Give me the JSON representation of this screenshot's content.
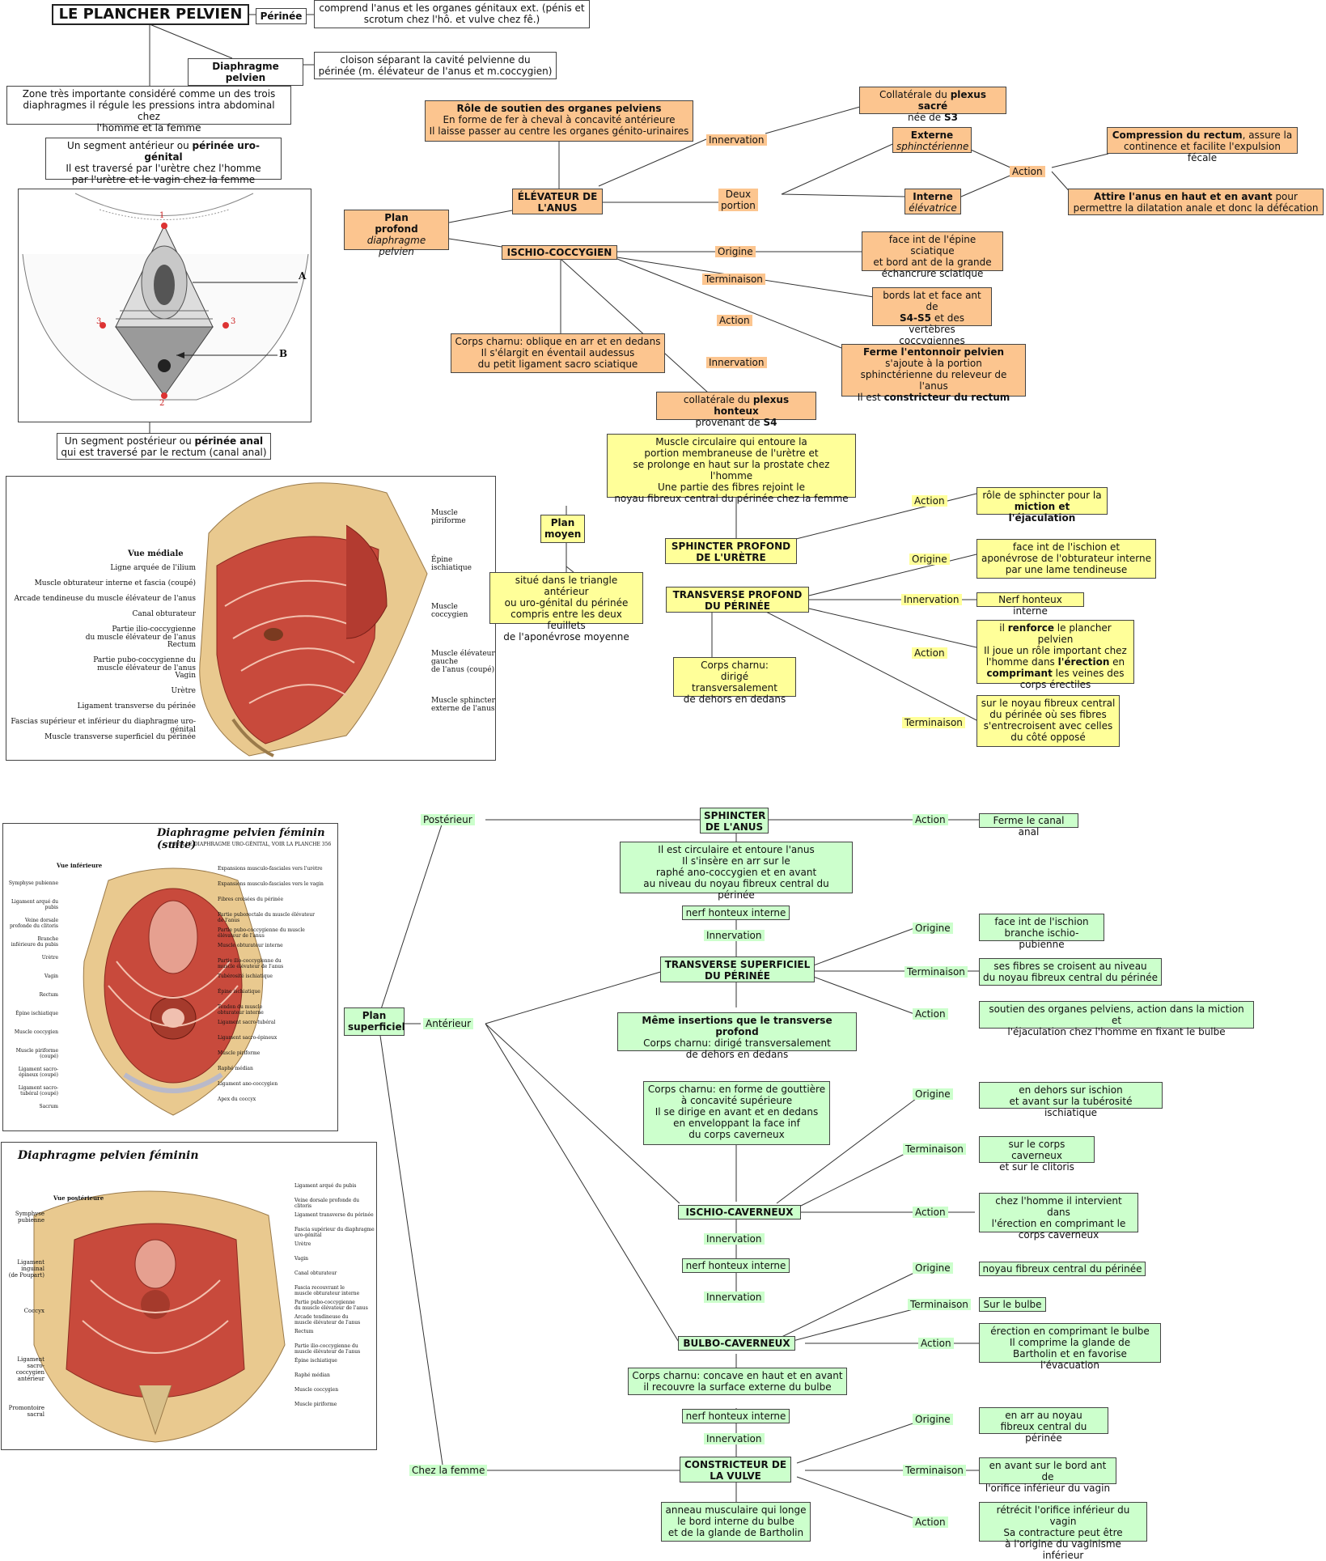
{
  "title": "LE PLANCHER PELVIEN",
  "top": {
    "perinee_label": "Périnée",
    "perinee_def": "comprend l'anus et les organes génitaux ext. (pénis et\nscrotum chez l'hô. et vulve chez fê.)",
    "diaphragme_label": "Diaphragme pelvien",
    "diaphragme_def": "cloison séparant la cavité pelvienne du\npérinée (m. élévateur de l'anus et m.coccygien)",
    "zone": "Zone très importante considéré comme un des trois\ndiaphragmes il régule les pressions intra abdominal chez\nl'homme et la femme",
    "seg_ant_a": "Un segment antérieur ou ",
    "seg_ant_b": "périnée uro-génital",
    "seg_ant_c": "\nIl est traversé par l'urètre chez l'homme\npar l'urètre et le vagin chez la femme",
    "seg_post_a": "Un segment postérieur ou ",
    "seg_post_b": "périnée anal",
    "seg_post_c": "\nqui est traversé par le rectum (canal anal)",
    "fig_A": "A",
    "fig_B": "B",
    "fig_1": "1",
    "fig_2": "2",
    "fig_3a": "3",
    "fig_3b": "3"
  },
  "profond": {
    "plan": "Plan\nprofond",
    "plan_sub": "diaphragme pelvien",
    "elevateur": "ÉLÉVATEUR DE\nL'ANUS",
    "role_t": "Rôle de soutien des organes pelviens",
    "role_b": "\nEn forme de fer à cheval à concavité antérieure\nIl laisse passer au centre les organes génito-urinaires",
    "innervation": "Innervation",
    "coll_sacre_a": "Collatérale du ",
    "coll_sacre_b": "plexus sacré",
    "coll_sacre_c": "\nnée de ",
    "coll_sacre_d": "S3",
    "deux_portion": "Deux\nportion",
    "externe": "Externe",
    "externe_sub": "sphinctérienne",
    "interne": "Interne",
    "interne_sub": "élévatrice",
    "action": "Action",
    "compression_a": "Compression du rectum",
    "compression_b": ", assure la\ncontinence et facilite l'expulsion fécale",
    "attire_a": "Attire l'anus en haut et en avant",
    "attire_b": " pour\npermettre la dilatation anale et donc la défécation",
    "ischio": "ISCHIO-COCCYGIEN",
    "origine": "Origine",
    "origine_v": "face int de l'épine sciatique\net bord ant de la grande\néchancrure sciatique",
    "terminaison": "Terminaison",
    "term_a": "bords lat et face ant de\n",
    "term_b": "S4-S5",
    "term_c": " et des vertèbres\ncoccygiennes",
    "action2": "Action",
    "ferme_a": "Ferme l'entonnoir pelvien",
    "ferme_b": "\ns'ajoute à la portion\nsphinctérienne du releveur de l'anus\nIl est ",
    "ferme_c": "constricteur du rectum",
    "corps": "Corps charnu: oblique en arr et en dedans\nIl s'élargit en éventail audessus\ndu petit ligament sacro sciatique",
    "innervation2": "Innervation",
    "honteux_a": "collatérale du ",
    "honteux_b": "plexus honteux",
    "honteux_c": "\nprovenant de ",
    "honteux_d": "S4"
  },
  "moyen": {
    "plan": "Plan\nmoyen",
    "situe": "situé dans le triangle antérieur\nou uro-génital du périnée\ncompris entre les deux feuillets\nde l'aponévrose moyenne",
    "muscle_circ": "Muscle circulaire qui entoure la\nportion membraneuse de l'urètre et\nse prolonge en haut sur la prostate chez l'homme\nUne partie des fibres rejoint le\nnoyau fibreux central du périnée chez la femme",
    "sphincter": "SPHINCTER PROFOND\nDE L'URÈTRE",
    "action": "Action",
    "action_v_a": "rôle de sphincter pour la\n",
    "action_v_b": "miction et l'éjaculation",
    "transverse": "TRANSVERSE PROFOND\nDU PÉRINÉE",
    "origine": "Origine",
    "origine_v": "face int de l'ischion et\naponévrose de l'obturateur interne\npar une lame tendineuse",
    "innervation": "Innervation",
    "innervation_v": "Nerf honteux interne",
    "action2": "Action",
    "act2_a": "il ",
    "act2_b": "renforce",
    "act2_c": " le plancher pelvien\nIl joue un rôle important chez\nl'homme dans ",
    "act2_d": "l'érection",
    "act2_e": " en\n",
    "act2_f": "comprimant",
    "act2_g": " les veines des\ncorps érectiles",
    "terminaison": "Terminaison",
    "term_v": "sur le noyau fibreux central\ndu périnée où ses fibres\ns'entrecroisent avec celles\ndu côté opposé",
    "corps": "Corps charnu:\ndirigé transversalement\nde dehors en dedans"
  },
  "superficiel": {
    "plan": "Plan\nsuperficiel",
    "posterieur": "Postérieur",
    "anterieur": "Antérieur",
    "chez_femme": "Chez la femme",
    "sphincter_anus": "SPHINCTER\nDE L'ANUS",
    "action": "Action",
    "ferme": "Ferme le canal anal",
    "circulaire": "Il est circulaire et entoure l'anus\nIl s'insère en arr sur le\nraphé ano-coccygien et en avant\nau niveau du noyau fibreux central du périnée",
    "nerf1": "nerf honteux interne",
    "innervation1": "Innervation",
    "transverse_sup": "TRANSVERSE SUPERFICIEL\nDU PÉRINÉE",
    "ts_origine": "Origine",
    "ts_origine_v": "face int de l'ischion\nbranche ischio-pubienne",
    "ts_term": "Terminaison",
    "ts_term_v": "ses fibres se croisent au niveau\ndu noyau fibreux central du périnée",
    "ts_action": "Action",
    "ts_action_v": "soutien des organes pelviens, action dans la miction et\nl'éjaculation chez l'homme en fixant le bulbe",
    "meme_a": "Même insertions que le transverse profond",
    "meme_b": "\nCorps charnu: dirigé transversalement\nde dehors en dedans",
    "corps_gouttiere": "Corps charnu: en forme de gouttière\nà concavité supérieure\nIl se dirige en avant et en dedans\nen enveloppant la face inf\ndu corps caverneux",
    "ischio_cav": "ISCHIO-CAVERNEUX",
    "ic_origine": "Origine",
    "ic_origine_v": "en dehors sur ischion\net avant sur la tubérosité ischiatique",
    "ic_term": "Terminaison",
    "ic_term_v": "sur le corps caverneux\net sur le clitoris",
    "ic_action": "Action",
    "ic_action_v": "chez l'homme il intervient dans\nl'érection en comprimant le\ncorps caverneux",
    "ic_innervation": "Innervation",
    "nerf2": "nerf honteux interne",
    "innervation2": "Innervation",
    "bulbo": "BULBO-CAVERNEUX",
    "bc_origine": "Origine",
    "bc_origine_v": "noyau fibreux central du périnée",
    "bc_term": "Terminaison",
    "bc_term_v": "Sur le bulbe",
    "bc_action": "Action",
    "bc_action_v": "érection en comprimant le bulbe\nIl comprime la glande de\nBartholin et en favorise l'évacuation",
    "bc_corps": "Corps charnu: concave en haut et en avant\nil recouvre la surface externe du bulbe",
    "nerf3": "nerf honteux interne",
    "innervation3": "Innervation",
    "constricteur": "CONSTRICTEUR DE\nLA VULVE",
    "cv_origine": "Origine",
    "cv_origine_v": "en arr au noyau\nfibreux central du périnée",
    "cv_term": "Terminaison",
    "cv_term_v": "en avant sur le bord ant de\nl'orifice inférieur du vagin",
    "cv_action": "Action",
    "cv_action_v": "rétrécit l'orifice inférieur du vagin\nSa contracture peut être\nà l'origine du vaginisme inférieur",
    "anneau": "anneau musculaire qui longe\nle bord interne du bulbe\net de la glande de Bartholin"
  },
  "figures": {
    "f1_title": "Vue médiale",
    "f1_labels_left": [
      "Ligne arquée de l'ilium",
      "Muscle obturateur interne et fascia (coupé)",
      "Arcade tendineuse du muscle élévateur de l'anus",
      "Canal obturateur",
      "Partie ilio-coccygienne\ndu muscle élévateur de l'anus",
      "Rectum",
      "Partie pubo-coccygienne du\nmuscle élévateur de l'anus",
      "Vagin",
      "Urètre",
      "Ligament transverse du périnée",
      "Fascias supérieur et inférieur du diaphragme uro-génital",
      "Muscle transverse superficiel du périnée"
    ],
    "f1_labels_right": [
      "Muscle\npiriforme",
      "Épine\nischiatique",
      "Muscle\ncoccygien",
      "Muscle élévateur\ngauche\nde l'anus (coupé)",
      "Muscle sphincter\nexterne de l'anus"
    ],
    "f2_title": "Diaphragme pelvien féminin (suite)",
    "f2_sub": "POUR LE DIAPHRAGME URO-GÉNITAL, VOIR LA PLANCHE 356",
    "f2_view": "Vue inférieure",
    "f2_labels_left": [
      "Symphyse pubienne",
      "Ligament arqué du pubis",
      "Veine dorsale\nprofonde du clitoris",
      "Branche\ninférieure du pubis",
      "Urètre",
      "Vagin",
      "Rectum",
      "Épine ischiatique",
      "Muscle coccygien",
      "Muscle piriforme (coupé)",
      "Ligament sacro-épineux (coupé)",
      "Ligament sacro-tubéral (coupé)",
      "Sacrum"
    ],
    "f2_labels_right": [
      "Expansions musculo-fasciales vers l'urètre",
      "Expansions musculo-fasciales vers le vagin",
      "Fibres croisées du périnée",
      "Partie puborectale du muscle élévateur\nde l'anus",
      "Partie pubo-coccygienne du muscle\nélévateur de l'anus",
      "Muscle obturateur interne",
      "Partie ilio-coccygienne du\nmuscle élévateur de l'anus",
      "Tubérosité ischiatique",
      "Épine ischiatique",
      "Tendon du muscle\nobturateur interne",
      "Ligament sacro-tubéral",
      "Ligament sacro-épineux",
      "Muscle piriforme",
      "Raphé médian",
      "Ligament ano-coccygien",
      "Apex du coccyx"
    ],
    "f3_title": "Diaphragme pelvien féminin",
    "f3_view": "Vue postérieure",
    "f3_labels_left": [
      "Symphyse pubienne",
      "Ligament inguinal\n(de Poupart)",
      "Coccyx",
      "Ligament sacro-\ncoccygien antérieur",
      "Promontoire sacral"
    ],
    "f3_labels_right": [
      "Ligament arqué du pubis",
      "Veine dorsale profonde du clitoris",
      "Ligament transverse du périnée",
      "Fascia supérieur du diaphragme uro-génital",
      "Urètre",
      "Vagin",
      "Canal obturateur",
      "Fascia recouvrant le\nmuscle obturateur interne",
      "Partie pubo-coccygienne\ndu muscle élévateur de l'anus",
      "Arcade tendineuse du\nmuscle élévateur de l'anus",
      "Rectum",
      "Partie ilio-coccygienne du\nmuscle élévateur de l'anus",
      "Épine ischiatique",
      "Raphé médian",
      "Muscle coccygien",
      "Muscle piriforme"
    ]
  },
  "colors": {
    "orange": "#fcc58f",
    "yellow": "#ffff99",
    "green": "#ccffcc",
    "line": "#333333",
    "muscle": "#c84a3c"
  }
}
